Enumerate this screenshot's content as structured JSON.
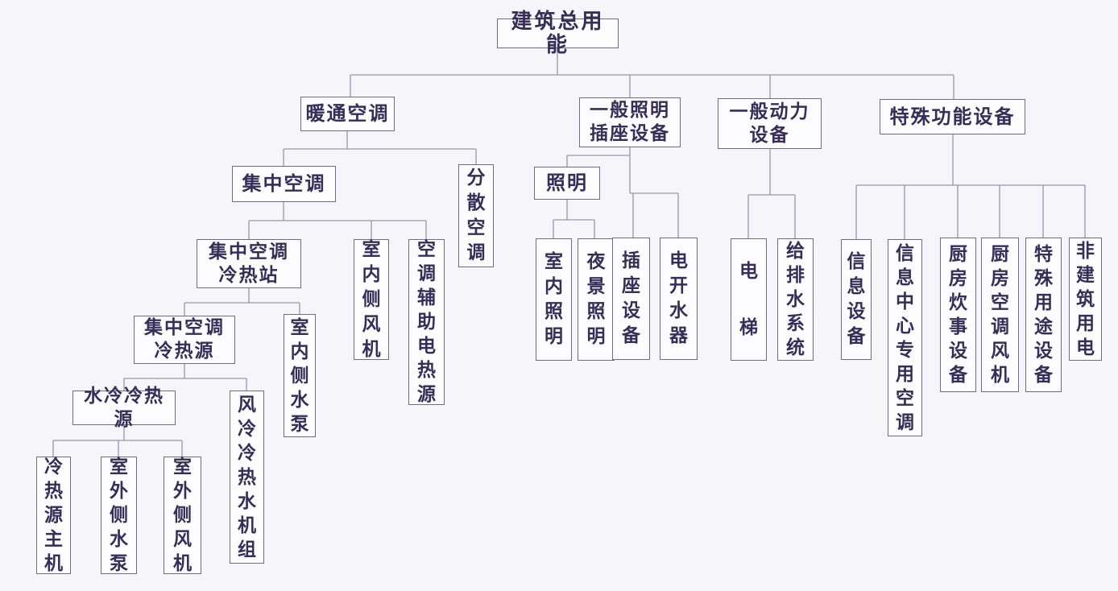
{
  "colors": {
    "background": "#f6f6fa",
    "box_fill": "#fcfcfe",
    "box_border": "#6f6a88",
    "text": "#362e58",
    "connector_line": "#9995ac"
  },
  "nodes": {
    "root": "建筑总用能",
    "hvac": "暖通空调",
    "central_ac": "集中空调",
    "distributed_ac": "分散空调",
    "central_station": "集中空调\n冷热站",
    "indoor_fan": "室内侧风机",
    "aux_electric_heat": "空调辅助电热源",
    "central_source": "集中空调\n冷热源",
    "indoor_pump": "室内侧水泵",
    "water_cooled_source": "水冷冷热源",
    "air_cooled_unit": "风冷冷热水机组",
    "chiller_main": "冷热源主机",
    "outdoor_pump": "室外侧水泵",
    "outdoor_fan": "室外侧风机",
    "lighting_socket": "一般照明\n插座设备",
    "lighting": "照明",
    "indoor_lighting": "室内照明",
    "night_lighting": "夜景照明",
    "socket_equipment": "插座设备",
    "electric_water_heater": "电开水器",
    "general_power": "一般动力\n设备",
    "elevator": "电梯",
    "water_supply_drainage": "给排水系统",
    "special_equipment": "特殊功能设备",
    "info_equipment": "信息设备",
    "info_center_ac": "信息中心专用空调",
    "kitchen_cooking": "厨房炊事设备",
    "kitchen_ac_fan": "厨房空调风机",
    "special_purpose": "特殊用途设备",
    "non_building_power": "非建筑用电"
  },
  "tree": {
    "label": "建筑总用能",
    "children": [
      {
        "label": "暖通空调",
        "children": [
          {
            "label": "集中空调",
            "children": [
              {
                "label": "集中空调冷热站",
                "children": [
                  {
                    "label": "集中空调冷热源",
                    "children": [
                      {
                        "label": "水冷冷热源",
                        "children": [
                          {
                            "label": "冷热源主机"
                          },
                          {
                            "label": "室外侧水泵"
                          },
                          {
                            "label": "室外侧风机"
                          }
                        ]
                      },
                      {
                        "label": "风冷冷热水机组"
                      }
                    ]
                  },
                  {
                    "label": "室内侧水泵"
                  }
                ]
              },
              {
                "label": "室内侧风机"
              },
              {
                "label": "空调辅助电热源"
              }
            ]
          },
          {
            "label": "分散空调"
          }
        ]
      },
      {
        "label": "一般照明插座设备",
        "children": [
          {
            "label": "照明",
            "children": [
              {
                "label": "室内照明"
              },
              {
                "label": "夜景照明"
              }
            ]
          },
          {
            "label": "插座设备"
          },
          {
            "label": "电开水器"
          }
        ]
      },
      {
        "label": "一般动力设备",
        "children": [
          {
            "label": "电梯"
          },
          {
            "label": "给排水系统"
          }
        ]
      },
      {
        "label": "特殊功能设备",
        "children": [
          {
            "label": "信息设备"
          },
          {
            "label": "信息中心专用空调"
          },
          {
            "label": "厨房炊事设备"
          },
          {
            "label": "厨房空调风机"
          },
          {
            "label": "特殊用途设备"
          },
          {
            "label": "非建筑用电"
          }
        ]
      }
    ]
  }
}
